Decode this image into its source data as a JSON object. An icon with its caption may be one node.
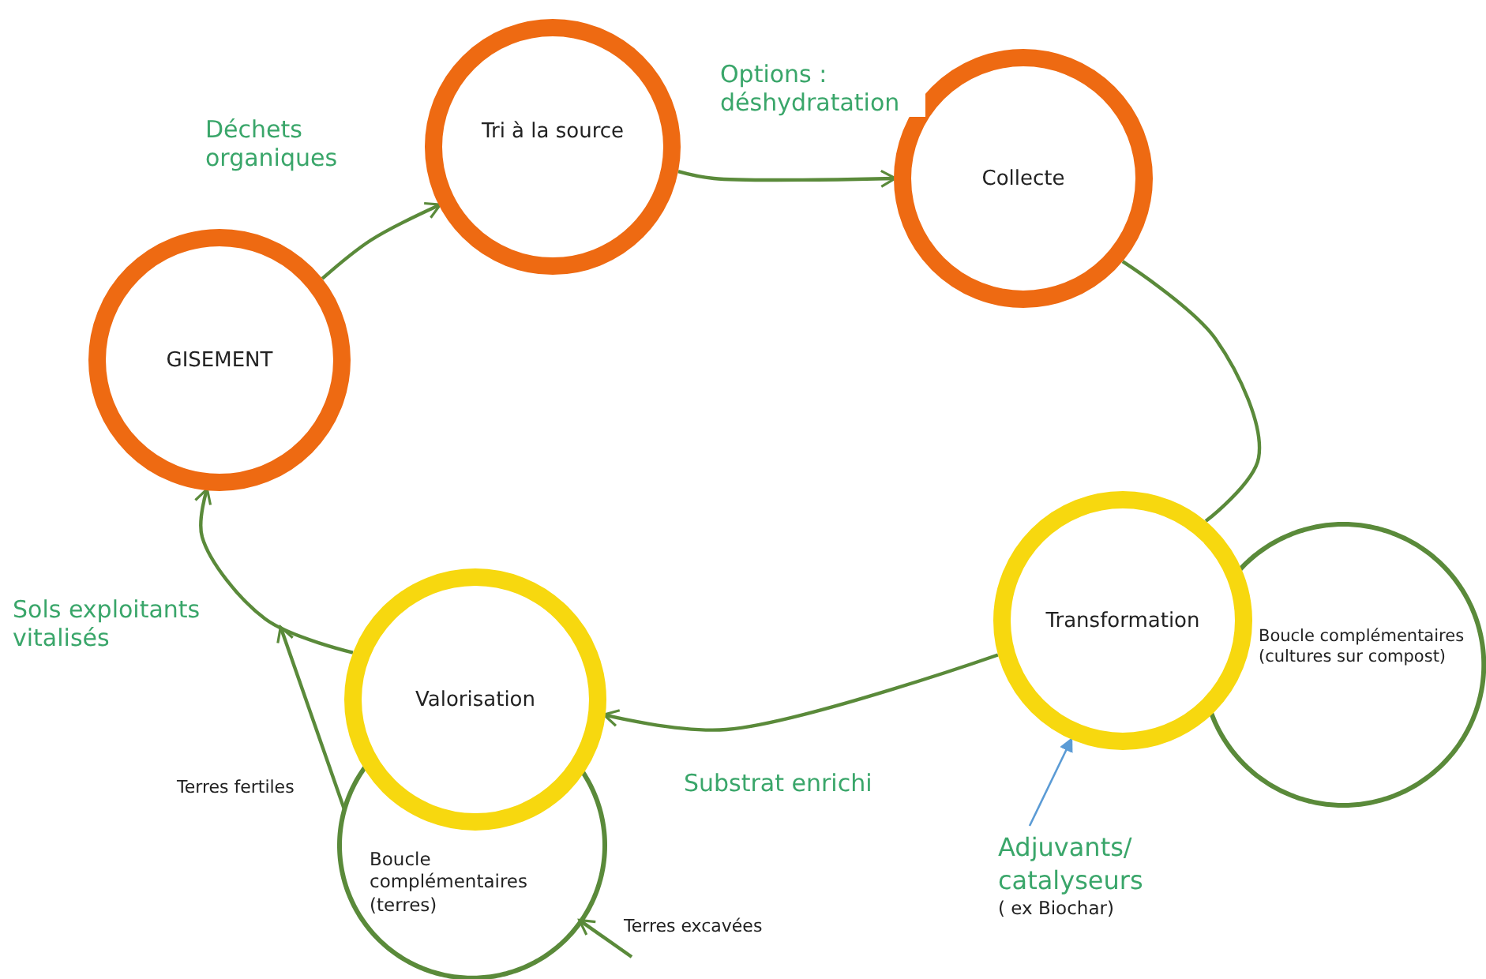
{
  "diagram": {
    "nodes": [
      {
        "text": [
          "GISEMENT"
        ]
      },
      {
        "text": [
          "Tri à la source"
        ]
      },
      {
        "text": [
          "Collecte"
        ]
      },
      {
        "text": [
          "Boucle complémentaires (cultures sur compost)"
        ]
      },
      {
        "text": [
          "Transformation"
        ]
      },
      {
        "text": [
          "Boucle complémentaires (terres)"
        ]
      },
      {
        "text": [
          "Valorisation"
        ]
      },
      {
        "text": [
          "Adjuvants/ catalyseurs",
          "( ex Biochar)"
        ]
      }
    ],
    "edges": [
      {
        "from": 0,
        "to": 1,
        "arrow": "to",
        "label": "Déchets organiques"
      },
      {
        "from": 1,
        "to": 2,
        "arrow": "to",
        "label": "Options : déshydratation"
      },
      {
        "from": 2,
        "to": 4,
        "arrow": "none"
      },
      {
        "from": 4,
        "to": 6,
        "arrow": "to",
        "label": "Substrat enrichi"
      },
      {
        "from": 6,
        "to": 0,
        "arrow": "to",
        "label": "Sols exploitants vitalisés"
      },
      {
        "from": 7,
        "to": 4,
        "arrow": "to",
        "color": "#5b9bd5"
      },
      {
        "from": 5,
        "to": null,
        "arrow": "to",
        "label": "Terres fertiles"
      },
      {
        "from": null,
        "to": 5,
        "arrow": "to",
        "label": "Terres excavées"
      }
    ]
  }
}
